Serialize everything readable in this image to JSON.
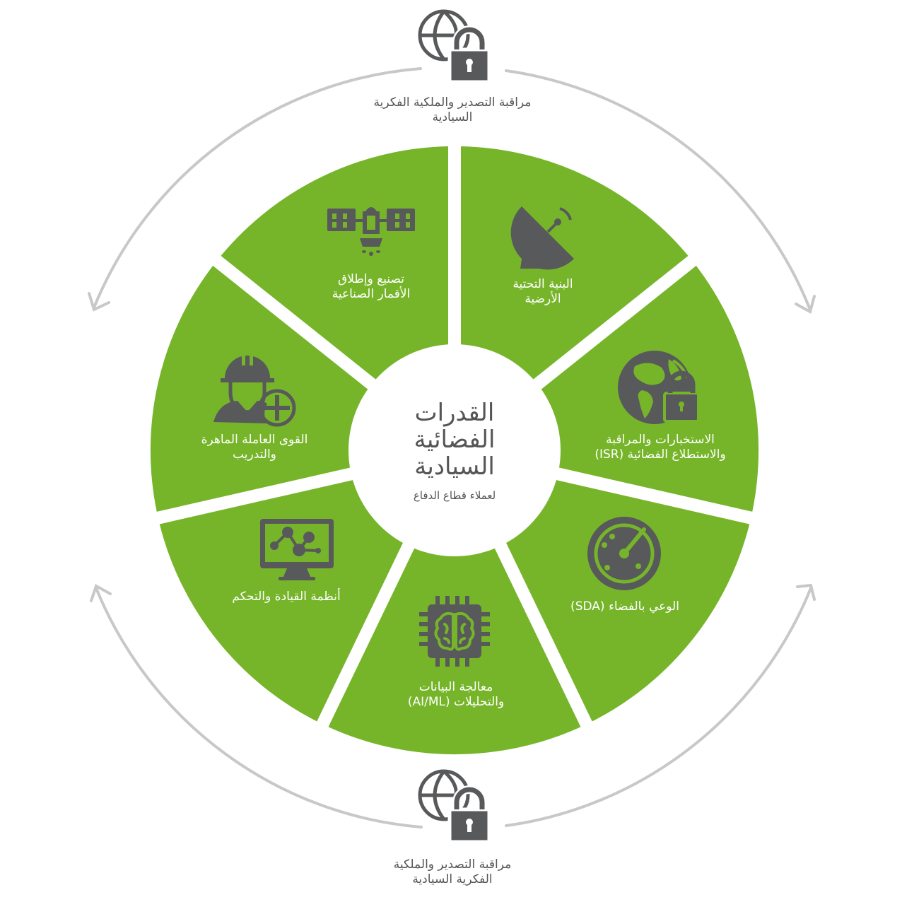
{
  "colors": {
    "segment_fill": "#76b52a",
    "icon": "#58595b",
    "arrow": "#c8c8c8",
    "text_dark": "#555555",
    "text_light": "#ffffff",
    "background": "#ffffff"
  },
  "center": {
    "title_lines": [
      "القدرات",
      "الفضائية",
      "السيادية"
    ],
    "subtitle": "لعملاء قطاع الدفاع"
  },
  "segments": [
    {
      "id": "ground-infrastructure",
      "icon": "satellite-dish-icon",
      "lines": [
        "البنية التحتية",
        "الأرضية"
      ]
    },
    {
      "id": "isr",
      "icon": "globe-lock-icon",
      "lines": [
        "الاستخبارات والمراقبة",
        "والاستطلاع الفضائية (ISR)"
      ]
    },
    {
      "id": "sda",
      "icon": "radar-icon",
      "lines": [
        "الوعي بالفضاء (SDA)"
      ]
    },
    {
      "id": "data-processing",
      "icon": "ai-chip-brain-icon",
      "lines": [
        "معالجة البيانات",
        "والتحليلات (AI/ML)"
      ]
    },
    {
      "id": "command-control",
      "icon": "monitor-network-icon",
      "lines": [
        "أنظمة القيادة والتحكم"
      ]
    },
    {
      "id": "workforce-training",
      "icon": "worker-helmet-plus-icon",
      "lines": [
        "القوى العاملة الماهرة",
        "والتدريب"
      ]
    },
    {
      "id": "satellite-manufacturing",
      "icon": "satellite-icon",
      "lines": [
        "تصنيع وإطلاق",
        "الأقمار الصناعية"
      ]
    }
  ],
  "outer": {
    "top": {
      "icon": "globe-lock-icon",
      "lines": [
        "مراقبة التصدير والملكية الفكرية",
        "السيادية"
      ]
    },
    "bottom": {
      "icon": "globe-lock-icon",
      "lines": [
        "مراقبة التصدير والملكية",
        "الفكرية السيادية"
      ]
    }
  }
}
